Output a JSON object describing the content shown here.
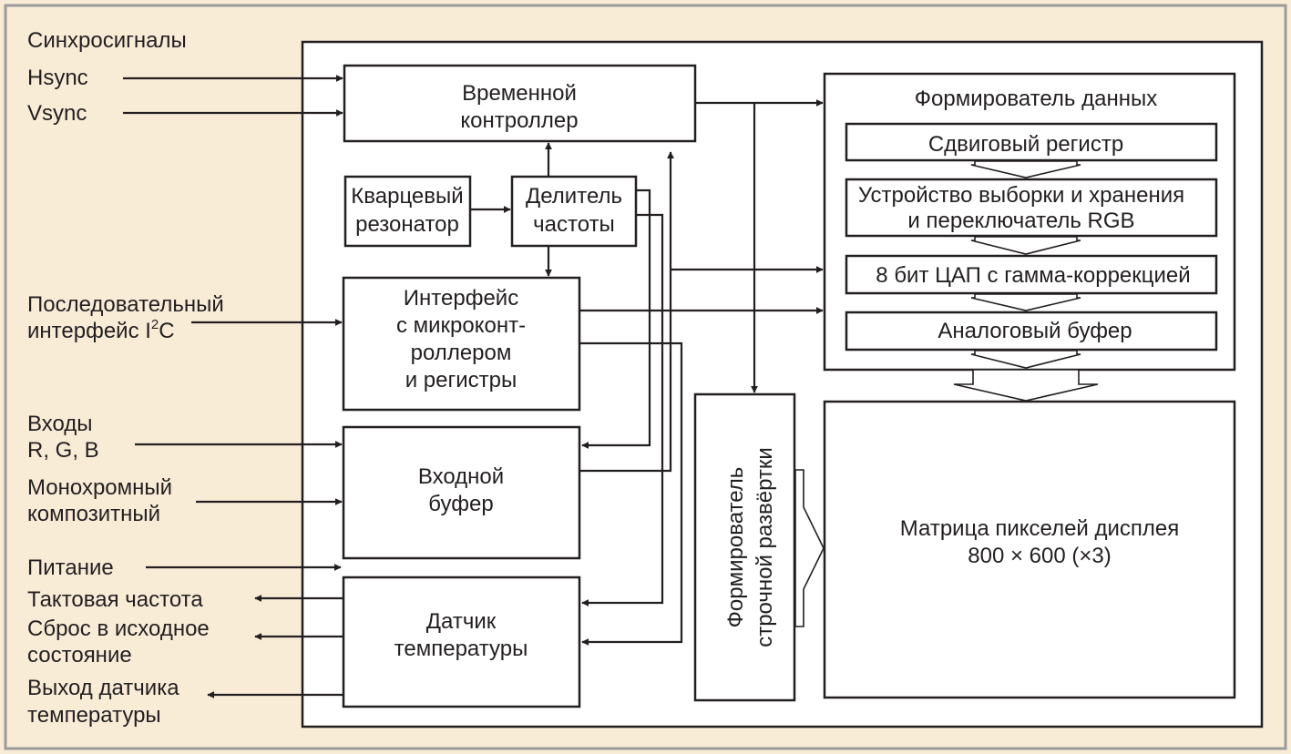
{
  "colors": {
    "background": "#f9ecd7",
    "frame": "#9b9b9b",
    "line": "#231f20",
    "box_fill": "#ffffff"
  },
  "left_labels": {
    "sync_title": "Синхросигналы",
    "hsync": "Hsync",
    "vsync": "Vsync",
    "serial_1": "Последовательный",
    "serial_2_prefix": "интерфейс I",
    "serial_2_sup": "2",
    "serial_2_suffix": "C",
    "inputs_1": "Входы",
    "inputs_2": "R, G, B",
    "mono_1": "Монохромный",
    "mono_2": "композитный",
    "power": "Питание",
    "clock": "Тактовая частота",
    "reset_1": "Сброс в исходное",
    "reset_2": "состояние",
    "temp_out_1": "Выход датчика",
    "temp_out_2": "температуры"
  },
  "blocks": {
    "timing_controller": [
      "Временной",
      "контроллер"
    ],
    "crystal": [
      "Кварцевый",
      "резонатор"
    ],
    "divider": [
      "Делитель",
      "частоты"
    ],
    "mcu_interface": [
      "Интерфейс",
      "с микроконт-",
      "роллером",
      "и регистры"
    ],
    "input_buffer": [
      "Входной",
      "буфер"
    ],
    "temp_sensor": [
      "Датчик",
      "температуры"
    ],
    "row_driver": [
      "Формирователь",
      "строчной развёртки"
    ],
    "data_former": {
      "title": "Формирователь данных",
      "shift_register": "Сдвиговый регистр",
      "sample_hold": [
        "Устройство выборки и хранения",
        "и переключатель RGB"
      ],
      "dac": "8 бит ЦАП с гамма-коррекцией",
      "analog_buffer": "Аналоговый буфер"
    },
    "pixel_matrix": [
      "Матрица пикселей дисплея",
      "800 × 600 (×3)"
    ]
  }
}
